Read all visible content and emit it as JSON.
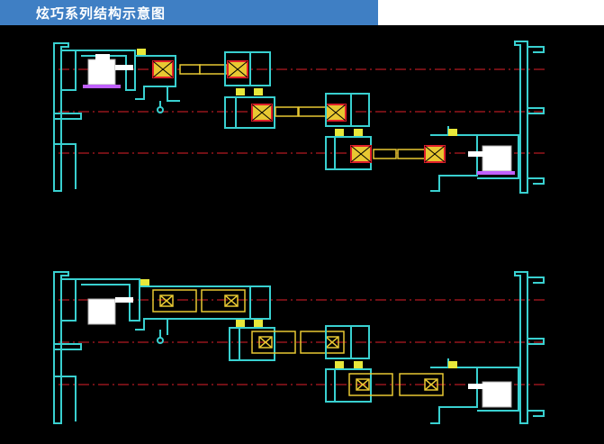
{
  "header": {
    "title": "炫巧系列结构示意图"
  },
  "colors": {
    "title_bar": "#3f7fc4",
    "background": "#000000",
    "profile": "#39d0d0",
    "centerline": "#e0202a",
    "bearing": "#e8c832",
    "gasket": "#e8e83a",
    "wheel": "#ffffff",
    "accent": "#c060ff"
  },
  "diagrams": [
    {
      "name": "top-assembly",
      "variant": "compact"
    },
    {
      "name": "bottom-assembly",
      "variant": "expanded"
    }
  ]
}
